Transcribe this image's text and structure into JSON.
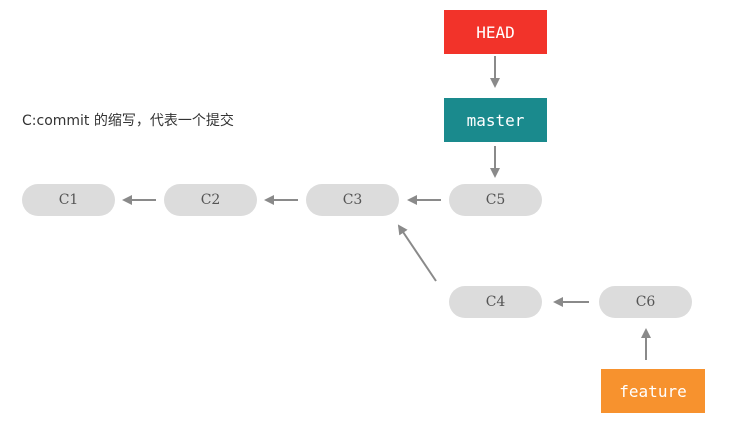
{
  "caption": "C:commit 的缩写，代表一个提交",
  "refs": {
    "head": {
      "label": "HEAD",
      "color": "#f2332a"
    },
    "master": {
      "label": "master",
      "color": "#1a8a8d"
    },
    "feature": {
      "label": "feature",
      "color": "#f7922e"
    }
  },
  "commits": {
    "c1": "C1",
    "c2": "C2",
    "c3": "C3",
    "c4": "C4",
    "c5": "C5",
    "c6": "C6"
  },
  "colors": {
    "commit_bg": "#dcdcdc",
    "arrow": "#8a8a8a"
  }
}
